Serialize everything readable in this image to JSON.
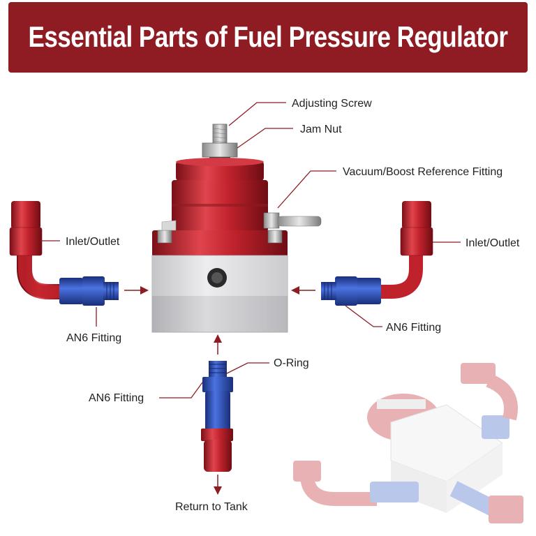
{
  "title": "Essential Parts of Fuel Pressure Regulator",
  "labels": {
    "adjusting_screw": "Adjusting Screw",
    "jam_nut": "Jam Nut",
    "vacuum_fitting": "Vacuum/Boost Reference Fitting",
    "inlet_outlet_left": "Inlet/Outlet",
    "inlet_outlet_right": "Inlet/Outlet",
    "an6_left": "AN6 Fitting",
    "an6_right": "AN6 Fitting",
    "an6_bottom": "AN6 Fitting",
    "o_ring": "O-Ring",
    "return_to_tank": "Return to Tank"
  },
  "colors": {
    "banner": "#8e1c22",
    "leader": "#8e1c22",
    "anodized_red": "#c0222c",
    "anodized_blue": "#2c4fb8",
    "aluminum": "#cfcfd2"
  }
}
